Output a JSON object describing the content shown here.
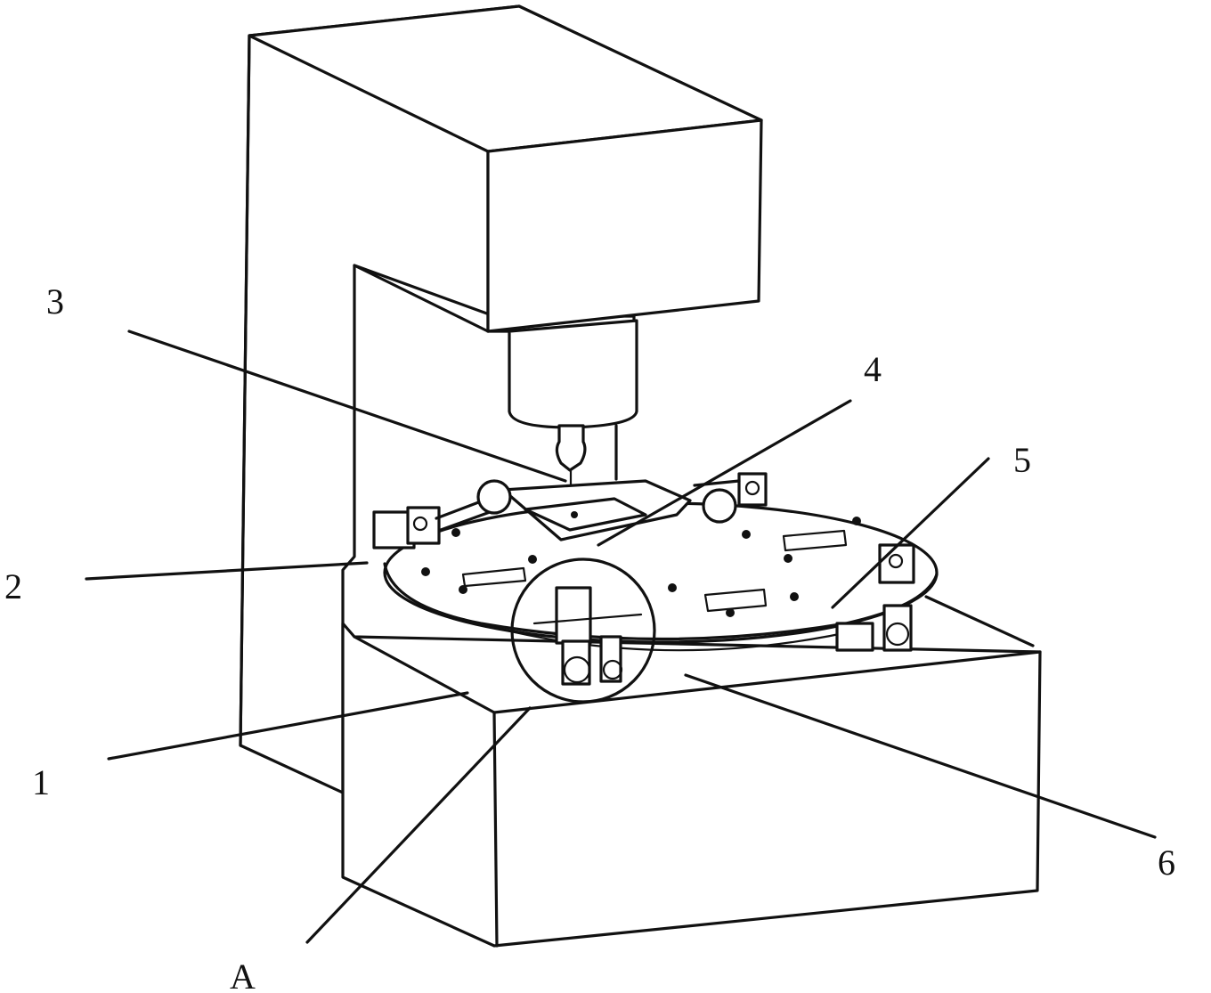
{
  "labels": {
    "l1": "1",
    "l2": "2",
    "l3": "3",
    "l4": "4",
    "l5": "5",
    "l6": "6",
    "lA": "A"
  }
}
